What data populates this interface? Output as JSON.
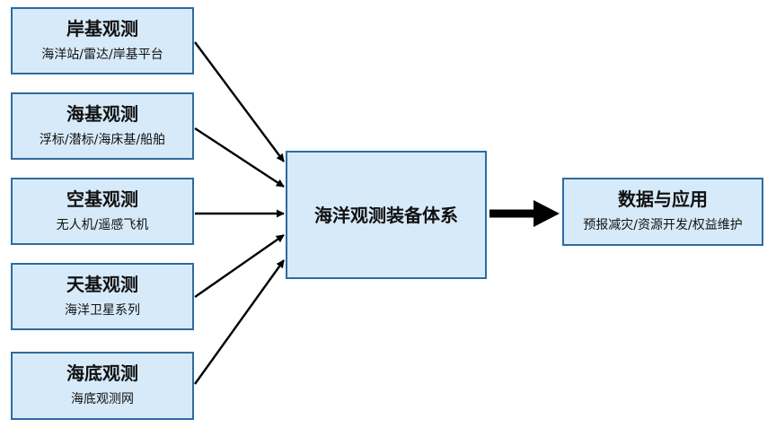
{
  "sources": [
    {
      "title": "岸基观测",
      "subtitle": "海洋站/雷达/岸基平台"
    },
    {
      "title": "海基观测",
      "subtitle": "浮标/潜标/海床基/船舶"
    },
    {
      "title": "空基观测",
      "subtitle": "无人机/遥感飞机"
    },
    {
      "title": "天基观测",
      "subtitle": "海洋卫星系列"
    },
    {
      "title": "海底观测",
      "subtitle": "海底观测网"
    }
  ],
  "center": {
    "title": "海洋观测装备体系"
  },
  "output": {
    "title": "数据与应用",
    "subtitle": "预报减灾/资源开发/权益维护"
  },
  "colors": {
    "box_fill": "#d7eaf9",
    "box_border": "#2d6b9f",
    "arrow": "#000000"
  }
}
